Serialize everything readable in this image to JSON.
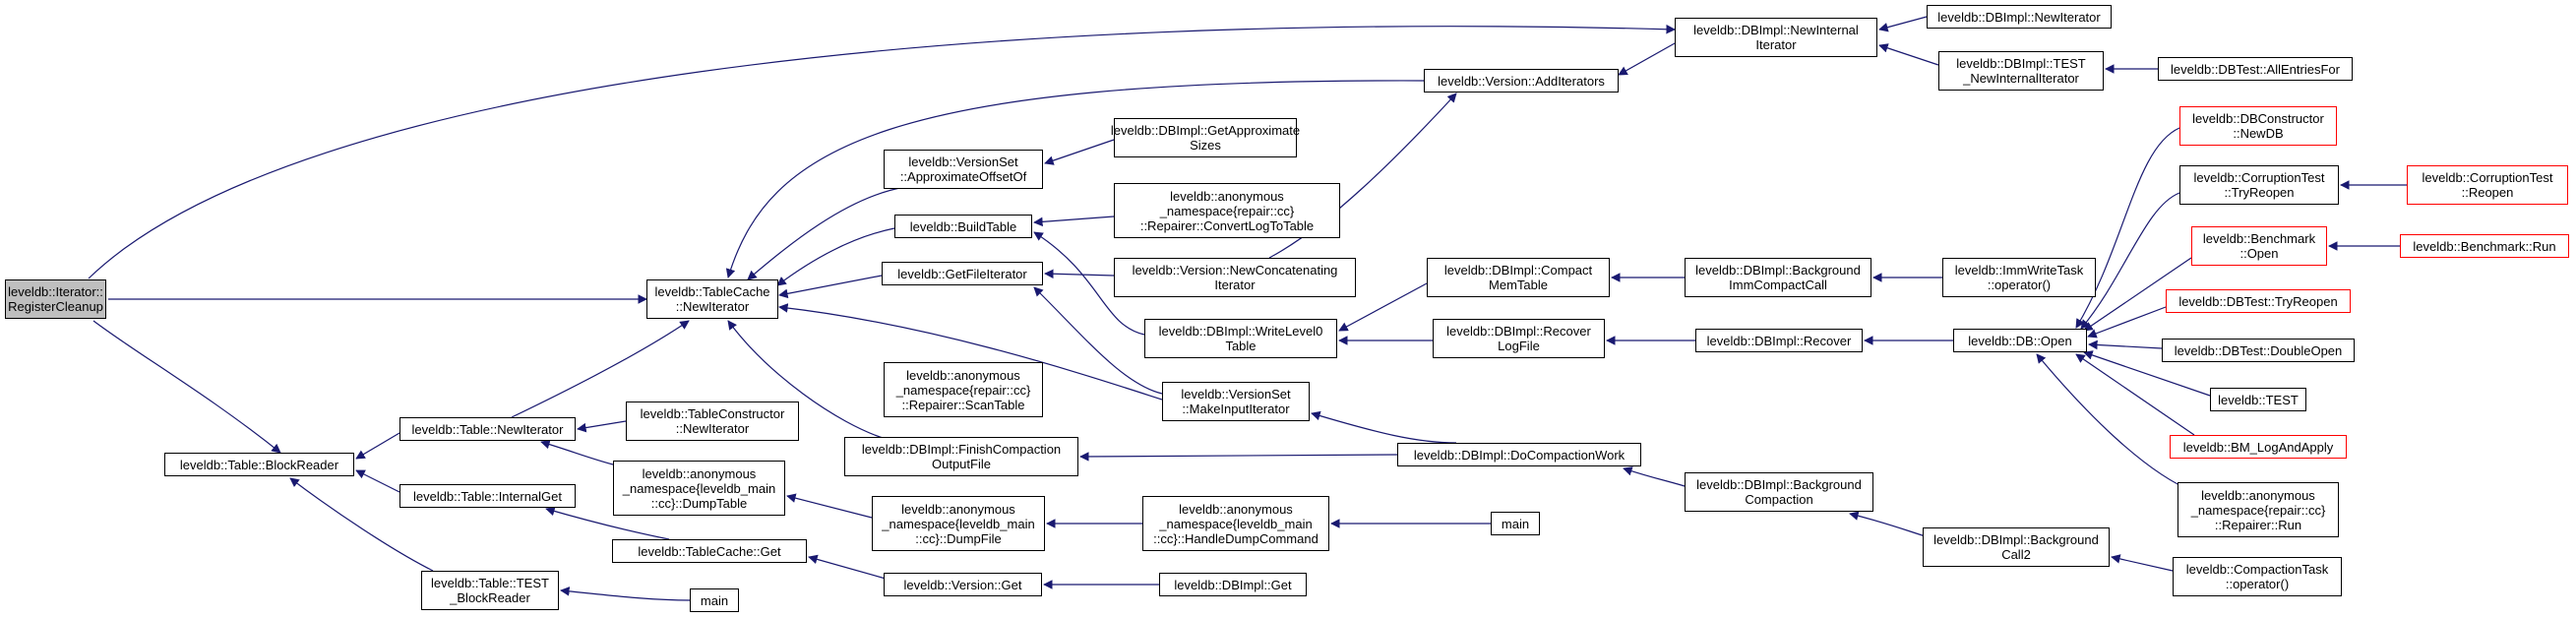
{
  "colors": {
    "edge": "#191970",
    "node_border": "#000000",
    "node_border_highlight": "#ff0000",
    "root_fill": "#bfbfbf"
  },
  "nodes": {
    "root": "leveldb::Iterator::\nRegisterCleanup",
    "tc_newiter": "leveldb::TableCache\n::NewIterator",
    "tbl_blockreader": "leveldb::Table::BlockReader",
    "tbl_newiter": "leveldb::Table::NewIterator",
    "tbl_internalget": "leveldb::Table::InternalGet",
    "tbl_test_br": "leveldb::Table::TEST\n_BlockReader",
    "main_a": "main",
    "tconstructor_newiter": "leveldb::TableConstructor\n::NewIterator",
    "dumptable": "leveldb::anonymous\n_namespace{leveldb_main\n::cc}::DumpTable",
    "tc_get": "leveldb::TableCache::Get",
    "dumpfile": "leveldb::anonymous\n_namespace{leveldb_main\n::cc}::DumpFile",
    "version_get": "leveldb::Version::Get",
    "handledump": "leveldb::anonymous\n_namespace{leveldb_main\n::cc}::HandleDumpCommand",
    "main_b": "main",
    "dbimpl_get": "leveldb::DBImpl::Get",
    "vs_approx": "leveldb::VersionSet\n::ApproximateOffsetOf",
    "buildtable": "leveldb::BuildTable",
    "getfileiter": "leveldb::GetFileIterator",
    "scantable": "leveldb::anonymous\n_namespace{repair::cc}\n::Repairer::ScanTable",
    "finishcompaction": "leveldb::DBImpl::FinishCompaction\nOutputFile",
    "getapproxsizes": "leveldb::DBImpl::GetApproximate\nSizes",
    "convertlog": "leveldb::anonymous\n_namespace{repair::cc}\n::Repairer::ConvertLogToTable",
    "newconcat": "leveldb::Version::NewConcatenating\nIterator",
    "writelevel0": "leveldb::DBImpl::WriteLevel0\nTable",
    "makeinputiter": "leveldb::VersionSet\n::MakeInputIterator",
    "additers": "leveldb::Version::AddIterators",
    "newinternaliter": "leveldb::DBImpl::NewInternal\nIterator",
    "dbimpl_newiter": "leveldb::DBImpl::NewIterator",
    "test_newinternal": "leveldb::DBImpl::TEST\n_NewInternalIterator",
    "allentries": "leveldb::DBTest::AllEntriesFor",
    "compactmem": "leveldb::DBImpl::Compact\nMemTable",
    "recoverlog": "leveldb::DBImpl::Recover\nLogFile",
    "docompaction": "leveldb::DBImpl::DoCompactionWork",
    "bgimm": "leveldb::DBImpl::Background\nImmCompactCall",
    "recover": "leveldb::DBImpl::Recover",
    "bgcompaction": "leveldb::DBImpl::Background\nCompaction",
    "bgcall2": "leveldb::DBImpl::Background\nCall2",
    "immwrite": "leveldb::ImmWriteTask\n::operator()",
    "dbopen": "leveldb::DB::Open",
    "compactiontask": "leveldb::CompactionTask\n::operator()",
    "dbconstructor": "leveldb::DBConstructor\n::NewDB",
    "corr_tryreopen": "leveldb::CorruptionTest\n::TryReopen",
    "bench_open": "leveldb::Benchmark\n::Open",
    "dbtest_tryreopen": "leveldb::DBTest::TryReopen",
    "doubleopen": "leveldb::DBTest::DoubleOpen",
    "leveldb_test": "leveldb::TEST",
    "bm_log": "leveldb::BM_LogAndApply",
    "repairer_run": "leveldb::anonymous\n_namespace{repair::cc}\n::Repairer::Run",
    "corr_reopen": "leveldb::CorruptionTest\n::Reopen",
    "bench_run": "leveldb::Benchmark::Run"
  }
}
